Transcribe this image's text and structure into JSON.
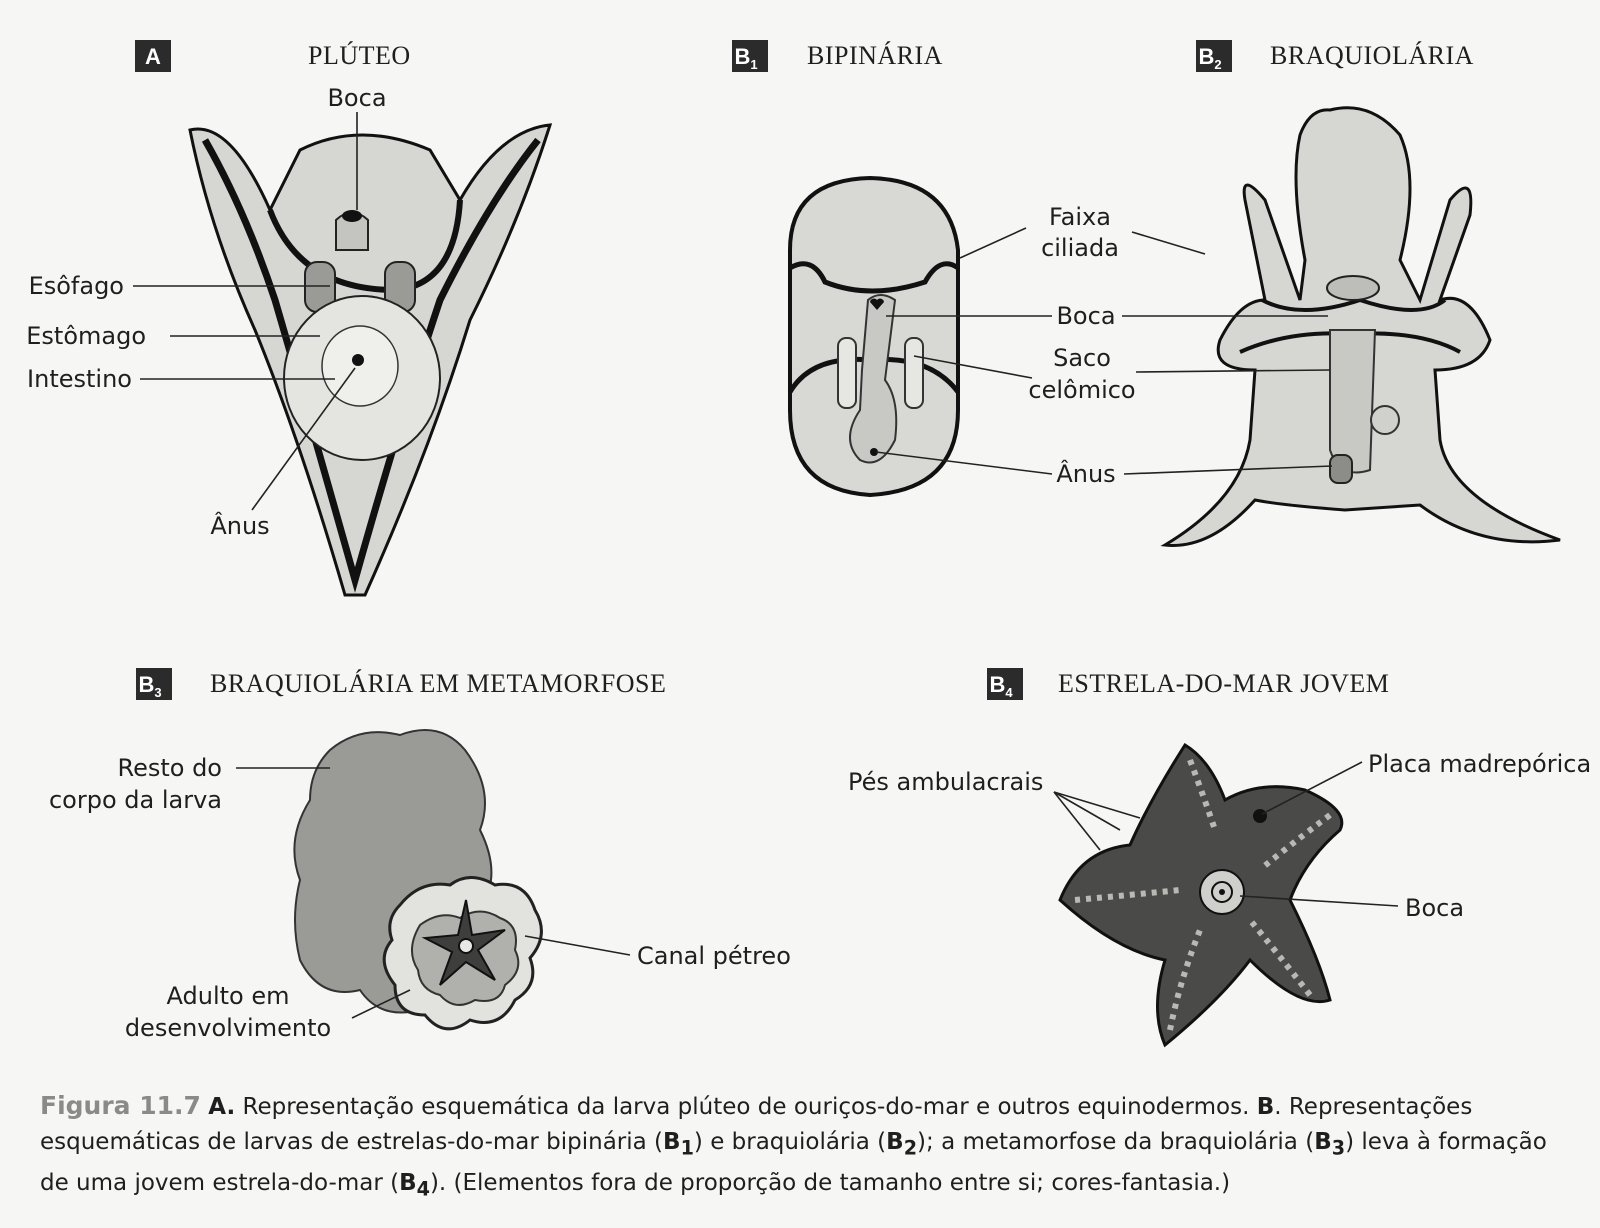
{
  "panels": {
    "A": {
      "badge": "A",
      "title": "PLÚTEO",
      "labels": {
        "boca": "Boca",
        "esofago": "Esôfago",
        "estomago": "Estômago",
        "intestino": "Intestino",
        "anus": "Ânus"
      }
    },
    "B1": {
      "badge": "B",
      "sub": "1",
      "title": "BIPINÁRIA"
    },
    "B2": {
      "badge": "B",
      "sub": "2",
      "title": "BRAQUIOLÁRIA"
    },
    "B1B2_labels": {
      "faixa1": "Faixa",
      "faixa2": "ciliada",
      "boca": "Boca",
      "saco1": "Saco",
      "saco2": "celômico",
      "anus": "Ânus"
    },
    "B3": {
      "badge": "B",
      "sub": "3",
      "title": "BRAQUIOLÁRIA EM METAMORFOSE",
      "labels": {
        "resto1": "Resto do",
        "resto2": "corpo da larva",
        "canal": "Canal pétreo",
        "adulto1": "Adulto em",
        "adulto2": "desenvolvimento"
      }
    },
    "B4": {
      "badge": "B",
      "sub": "4",
      "title": "ESTRELA-DO-MAR JOVEM",
      "labels": {
        "pes": "Pés ambulacrais",
        "placa": "Placa madrepórica",
        "boca": "Boca"
      }
    }
  },
  "caption": {
    "fig": "Figura 11.7",
    "p1": "A.",
    "t1": " Representação esquemática da larva plúteo de ouriços-do-mar e outros equinodermos. ",
    "p2": "B",
    "t2": ". Representações esquemáticas de larvas de estrelas-do-mar bipinária (",
    "b1": "B",
    "s1": "1",
    "t3": ") e braquiolária (",
    "b2": "B",
    "s2": "2",
    "t4": "); a metamorfose da braquiolária (",
    "b3": "B",
    "s3": "3",
    "t5": ") leva à formação de uma jovem estrela-do-mar (",
    "b4": "B",
    "s4": "4",
    "t6": "). (Elementos fora de proporção de tamanho entre si; cores-fantasia.)"
  },
  "colors": {
    "badge_bg": "#2b2b2b",
    "fill_light": "#d6d6d2",
    "fill_mid": "#b4b4b0",
    "fill_dark": "#5a5a58",
    "ink": "#1a1a1a"
  }
}
